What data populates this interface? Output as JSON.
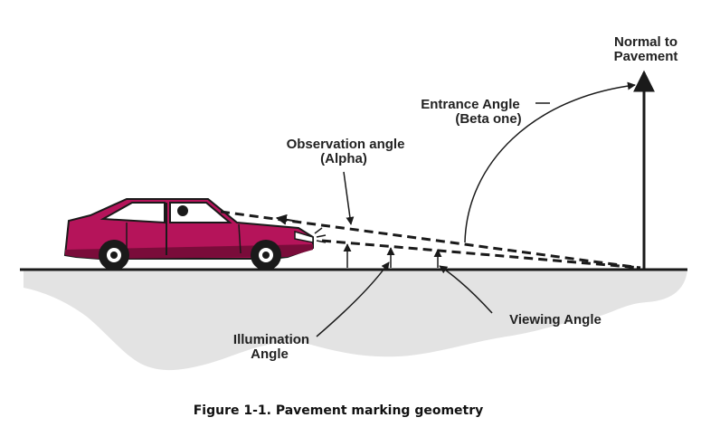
{
  "figure": {
    "labels": {
      "normal_line1": "Normal to",
      "normal_line2": "Pavement",
      "entrance_line1": "Entrance Angle",
      "entrance_line2": "(Beta one)",
      "observation_line1": "Observation angle",
      "observation_line2": "(Alpha)",
      "illumination_line1": "Illumination",
      "illumination_line2": "Angle",
      "viewing": "Viewing Angle"
    },
    "caption": "Figure 1-1.  Pavement marking geometry",
    "colors": {
      "car_body": "#b5145a",
      "car_dark": "#7a0c3a",
      "ground_fill": "#e3e3e3",
      "line": "#1a1a1a"
    }
  }
}
